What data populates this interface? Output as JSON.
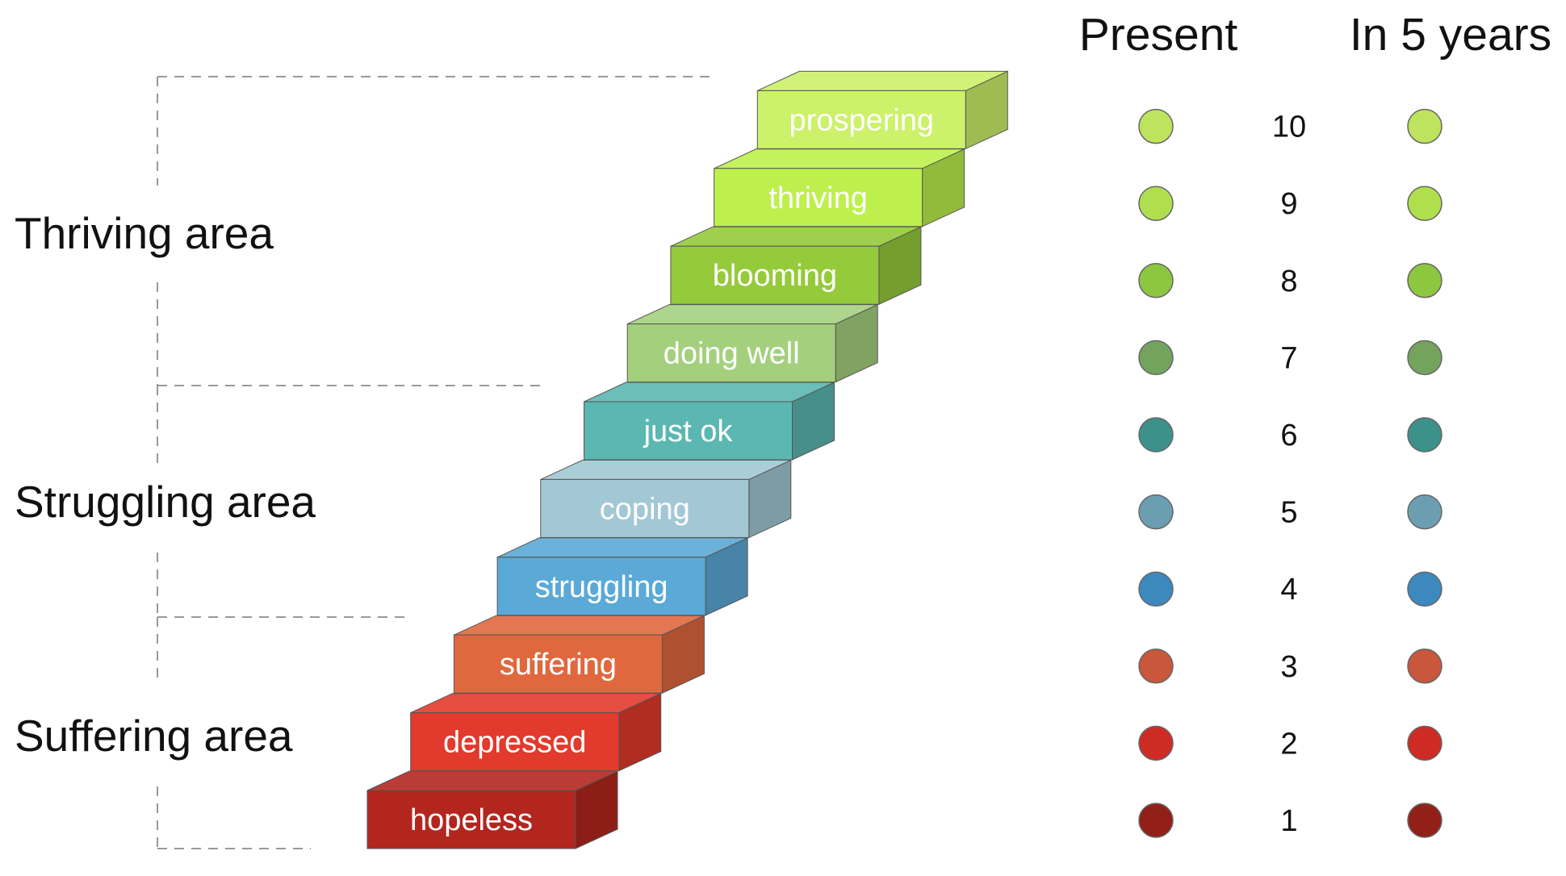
{
  "areas": [
    {
      "label": "Thriving area"
    },
    {
      "label": "Struggling area"
    },
    {
      "label": "Suffering area"
    }
  ],
  "columns": {
    "present": "Present",
    "future": "In 5 years"
  },
  "steps": [
    {
      "score": "1",
      "label": "hopeless",
      "color": "#B3261E"
    },
    {
      "score": "2",
      "label": "depressed",
      "color": "#E23A2C"
    },
    {
      "score": "3",
      "label": "suffering",
      "color": "#E0683E"
    },
    {
      "score": "4",
      "label": "struggling",
      "color": "#5BA9D6"
    },
    {
      "score": "5",
      "label": "coping",
      "color": "#A1C8D4"
    },
    {
      "score": "6",
      "label": "just ok",
      "color": "#5BB7B1"
    },
    {
      "score": "7",
      "label": "doing well",
      "color": "#A4D07E"
    },
    {
      "score": "8",
      "label": "blooming",
      "color": "#95CA3A"
    },
    {
      "score": "9",
      "label": "thriving",
      "color": "#BDF04C"
    },
    {
      "score": "10",
      "label": "prospering",
      "color": "#CCF16A"
    }
  ],
  "dots": [
    {
      "color": "#922019"
    },
    {
      "color": "#CE2B25"
    },
    {
      "color": "#C8573B"
    },
    {
      "color": "#3C89BE"
    },
    {
      "color": "#6C9EB2"
    },
    {
      "color": "#3C928A"
    },
    {
      "color": "#74A35D"
    },
    {
      "color": "#8DC63F"
    },
    {
      "color": "#B0DF4E"
    },
    {
      "color": "#BEE35E"
    }
  ]
}
